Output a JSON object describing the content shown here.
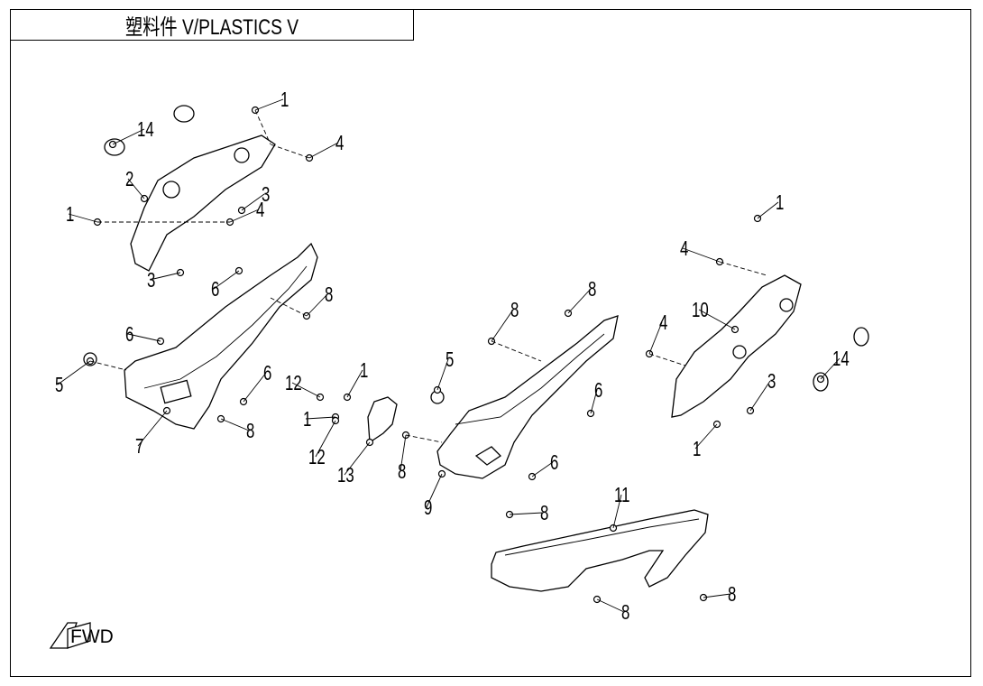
{
  "title": "塑料件 V/PLASTICS V",
  "fwd_marker": "FWD",
  "callouts": [
    "1",
    "14",
    "4",
    "2",
    "3",
    "1",
    "4",
    "3",
    "6",
    "8",
    "6",
    "5",
    "6",
    "12",
    "1",
    "7",
    "8",
    "1",
    "12",
    "13",
    "5",
    "8",
    "8",
    "4",
    "10",
    "6",
    "8",
    "9",
    "6",
    "1",
    "4",
    "14",
    "3",
    "1",
    "11",
    "8",
    "8",
    "8"
  ]
}
